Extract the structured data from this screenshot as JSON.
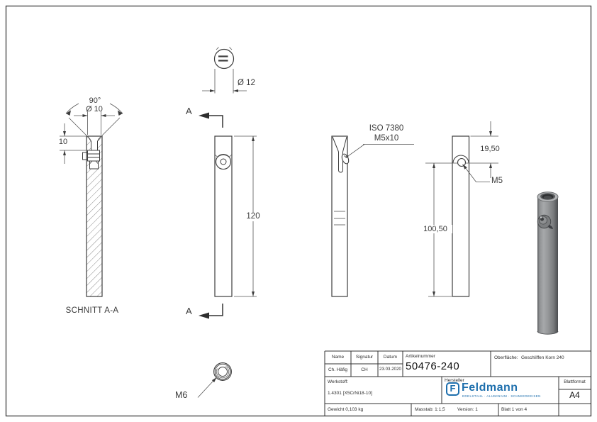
{
  "drawing": {
    "views": {
      "section_label": "SCHNITT A-A",
      "section_arrow_label": "A"
    },
    "dimensions": {
      "angle_90": "90°",
      "dia_10": "Ø 10",
      "depth_10": "10",
      "dia_12": "Ø 12",
      "length_120": "120",
      "screw_callout_line1": "ISO 7380",
      "screw_callout_line2": "M5x10",
      "offset_19_50": "19,50",
      "thread_m5": "M5",
      "offset_100_50": "100,50",
      "thread_m6": "M6"
    }
  },
  "title_block": {
    "name_label": "Name",
    "signatur_label": "Signatur",
    "datum_label": "Datum",
    "name_value": "Ch. Häfig",
    "signatur_value": "CH",
    "datum_value": "23.03.2020",
    "artikelnummer_label": "Artikelnummer",
    "artikelnummer_value": "50476-240",
    "oberflaeche_label": "Oberfläche:",
    "oberflaeche_value": "Geschliffen Korn 240",
    "werkstoff_label": "Werkstoff:",
    "werkstoff_value": "1.4301 [X5CrNi18-10]",
    "hersteller_label": "Hersteller",
    "logo": {
      "monogram": "F",
      "text": "Feldmann",
      "tagline": "EDELSTAHL · ALUMINIUM · SCHMIEDEEISEN",
      "color": "#1e6fad"
    },
    "blattformat_label": "Blattformat",
    "blattformat_value": "A4",
    "gewicht": "Gewicht 0,103 kg",
    "masstab": "Masstab: 1:1,5",
    "version": "Version: 1",
    "blatt": "Blatt 1 von 4"
  }
}
